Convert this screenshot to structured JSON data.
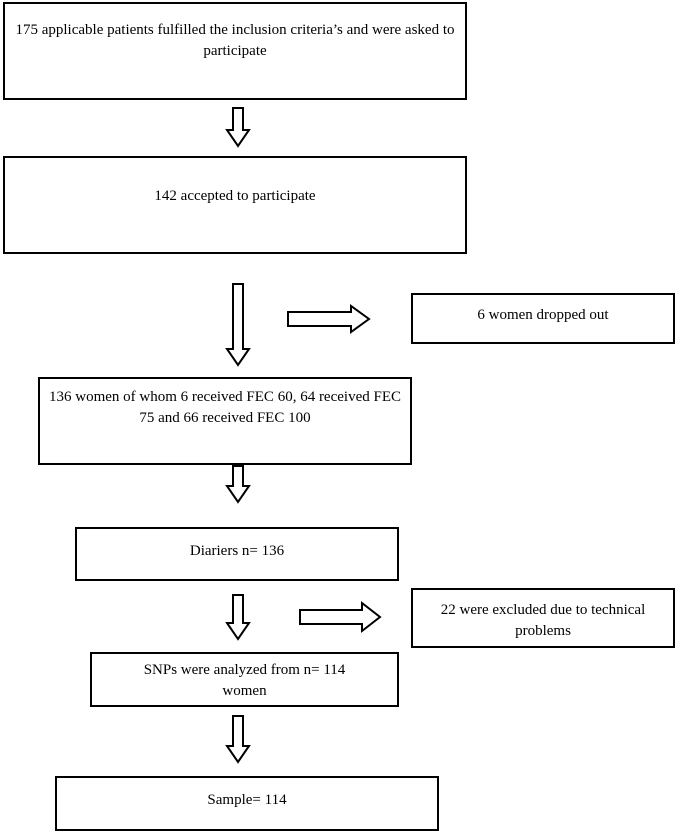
{
  "flowchart": {
    "steps": {
      "invited": "175 applicable patients fulfilled the inclusion criteria’s and were asked to participate",
      "accepted": "142 accepted to participate",
      "dropped_out": "6 women dropped out",
      "treated": "136 women of whom 6 received FEC 60, 64 received FEC 75 and 66 received FEC 100",
      "diariers": "Diariers n= 136",
      "excluded": "22 were excluded due to technical problems",
      "snps_analyzed": "SNPs were analyzed from n= 114 women",
      "sample": "Sample= 114"
    }
  }
}
